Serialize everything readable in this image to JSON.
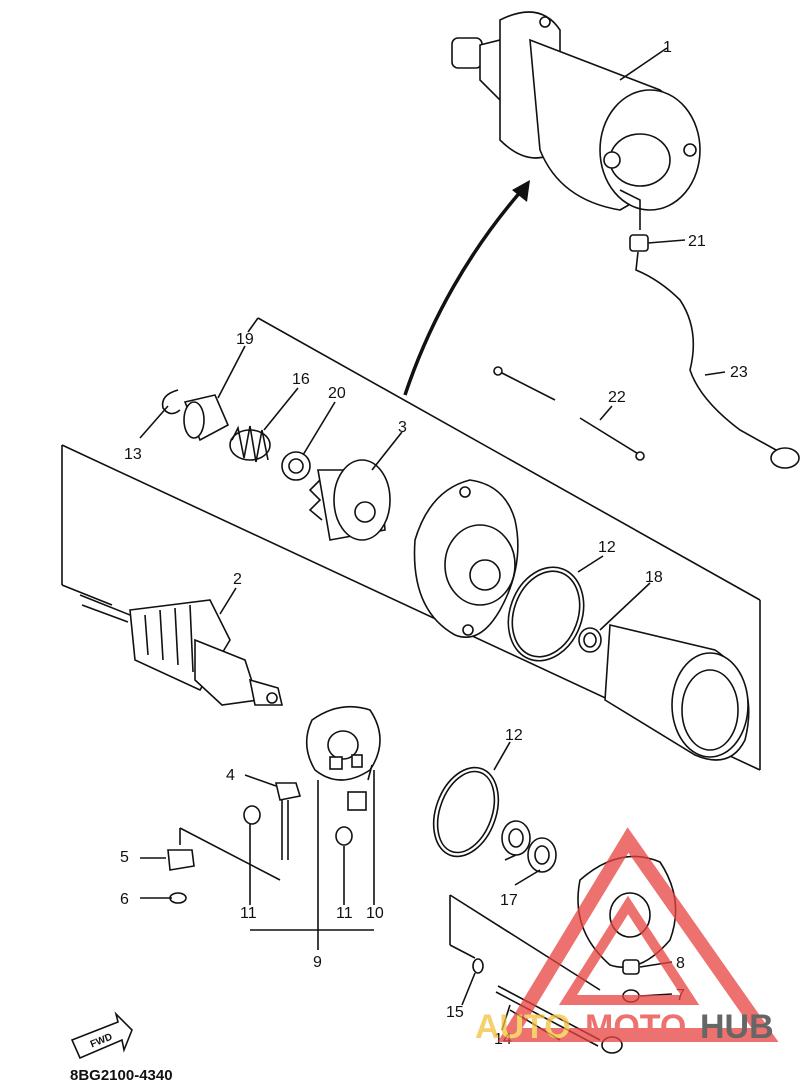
{
  "callouts": {
    "c1": "1",
    "c2": "2",
    "c3": "3",
    "c4": "4",
    "c5": "5",
    "c6": "6",
    "c7": "7",
    "c8": "8",
    "c9": "9",
    "c10": "10",
    "c11a": "11",
    "c11b": "11",
    "c12a": "12",
    "c12b": "12",
    "c13": "13",
    "c14": "14",
    "c15": "15",
    "c16": "16",
    "c17": "17",
    "c18": "18",
    "c19": "19",
    "c20": "20",
    "c21": "21",
    "c22": "22",
    "c23": "23"
  },
  "fwd_label": "FWD",
  "figure_code": "8BG2100-4340",
  "watermark": {
    "text": "AUTOMOTOHUB",
    "colors": {
      "auto": "#f3c13a",
      "moto": "#e8433f",
      "hub": "#333333",
      "triangle": "#e8433f"
    }
  }
}
